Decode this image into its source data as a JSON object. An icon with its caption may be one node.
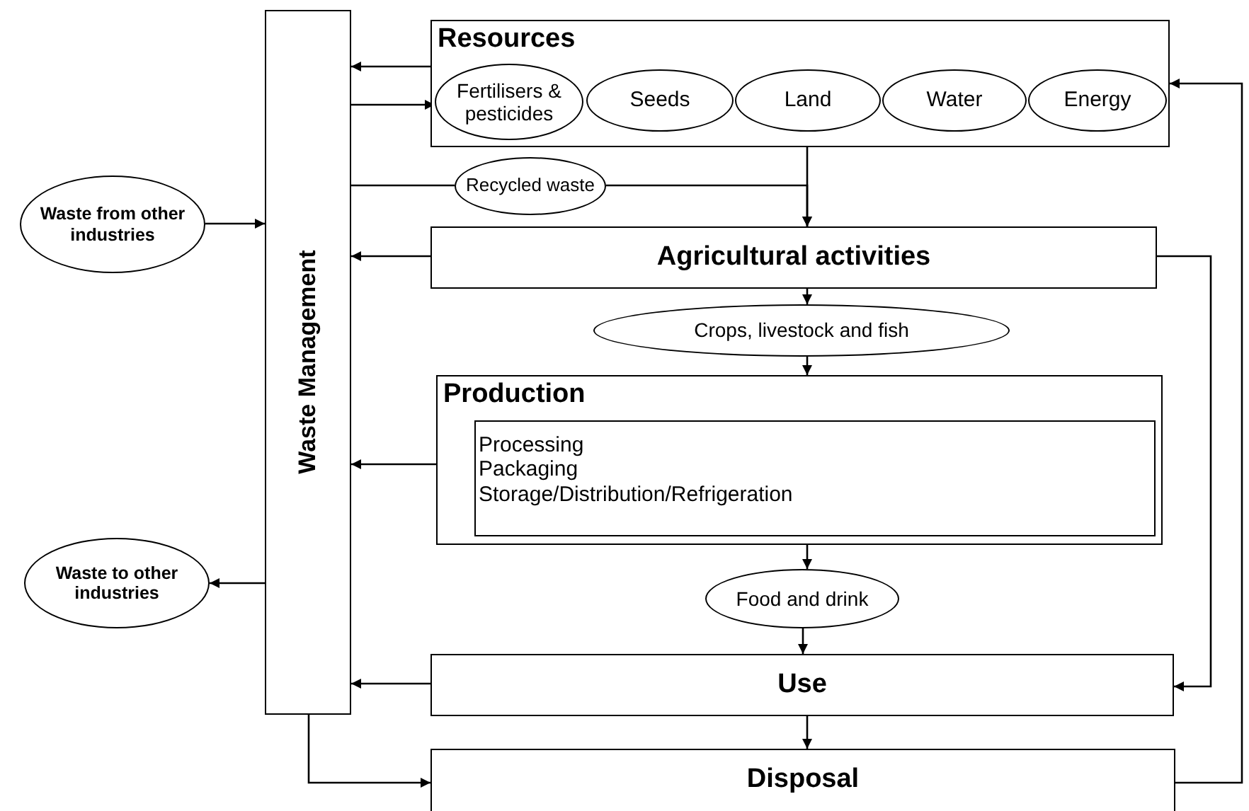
{
  "diagram": {
    "nodes": [
      {
        "text": [
          "Waste Management"
        ]
      },
      {
        "text": [
          "Resources"
        ]
      },
      {
        "text": [
          "Fertilisers & pesticides"
        ],
        "in": 1
      },
      {
        "text": [
          "Seeds"
        ],
        "in": 1
      },
      {
        "text": [
          "Land"
        ],
        "in": 1
      },
      {
        "text": [
          "Water"
        ],
        "in": 1
      },
      {
        "text": [
          "Energy"
        ],
        "in": 1
      },
      {
        "text": [
          "Recycled waste"
        ]
      },
      {
        "text": [
          "Waste from other industries"
        ]
      },
      {
        "text": [
          "Agricultural activities"
        ]
      },
      {
        "text": [
          "Crops, livestock and fish"
        ]
      },
      {
        "text": [
          "Production"
        ]
      },
      {
        "text": [
          "Processing",
          "Packaging",
          "Storage/Distribution/Refrigeration"
        ],
        "in": 11
      },
      {
        "text": [
          "Food and drink"
        ]
      },
      {
        "text": [
          "Waste to other industries"
        ]
      },
      {
        "text": [
          "Use"
        ]
      },
      {
        "text": [
          "Disposal"
        ]
      }
    ],
    "edges": [
      {
        "from": 1,
        "to": 0,
        "arrow": "to"
      },
      {
        "from": 0,
        "to": 2,
        "arrow": "to"
      },
      {
        "from": 0,
        "to": 7,
        "arrow": "none"
      },
      {
        "from": 7,
        "to": 9,
        "arrow": "to"
      },
      {
        "from": 1,
        "to": 9,
        "arrow": "to"
      },
      {
        "from": 8,
        "to": 0,
        "arrow": "to"
      },
      {
        "from": 9,
        "to": 0,
        "arrow": "to"
      },
      {
        "from": 9,
        "to": 10,
        "arrow": "to"
      },
      {
        "from": 10,
        "to": 11,
        "arrow": "to"
      },
      {
        "from": 11,
        "to": 0,
        "arrow": "to"
      },
      {
        "from": 0,
        "to": 14,
        "arrow": "to"
      },
      {
        "from": 11,
        "to": 13,
        "arrow": "to"
      },
      {
        "from": 13,
        "to": 15,
        "arrow": "to"
      },
      {
        "from": 15,
        "to": 0,
        "arrow": "to"
      },
      {
        "from": 9,
        "to": 15,
        "arrow": "to"
      },
      {
        "from": 15,
        "to": 16,
        "arrow": "to"
      },
      {
        "from": 0,
        "to": 16,
        "arrow": "to"
      },
      {
        "from": 16,
        "to": 1,
        "arrow": "to"
      }
    ]
  }
}
